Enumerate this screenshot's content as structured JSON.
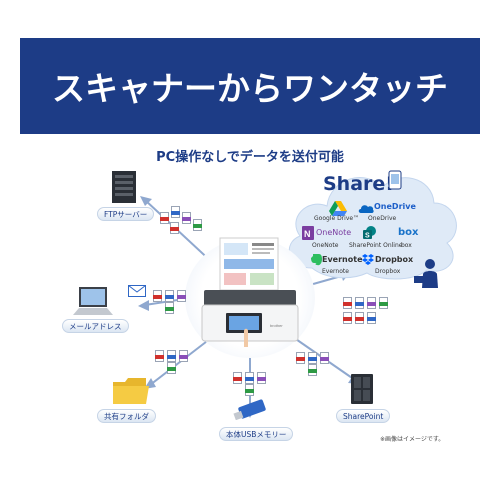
{
  "banner": {
    "title": "スキャナーからワンタッチ"
  },
  "subtitle": "PC操作なしでデータを送付可能",
  "destinations": {
    "ftp": "FTPサーバー",
    "mail": "メールアドレス",
    "folder": "共有フォルダ",
    "usb": "本体USBメモリー",
    "sharepoint": "SharePoint"
  },
  "cloud": {
    "title": "Share!",
    "services": [
      {
        "name": "Google Drive™"
      },
      {
        "name": "OneDrive",
        "label": "OneDrive"
      },
      {
        "name": "OneNote",
        "label": "OneNote"
      },
      {
        "name": "SharePoint Online"
      },
      {
        "name": "box",
        "label": "box"
      },
      {
        "name": "Evernote",
        "label": "Evernote"
      },
      {
        "name": "Dropbox",
        "label": "Dropbox"
      }
    ]
  },
  "device": {
    "brand": "brother"
  },
  "note": "※画像はイメージです。",
  "colors": {
    "navy": "#1d3c86",
    "line": "#8fa8cf",
    "cloud": "#dfeaf7",
    "pdf": "#d0312d",
    "jpg": "#2f67c5",
    "xls": "#2e9a45",
    "tif": "#8a4fb8"
  },
  "icons": [
    "server-icon",
    "laptop-icon",
    "envelope-icon",
    "folder-icon",
    "usb-icon",
    "nas-icon",
    "user-icon",
    "smartphone-icon",
    "scanner-icon"
  ]
}
